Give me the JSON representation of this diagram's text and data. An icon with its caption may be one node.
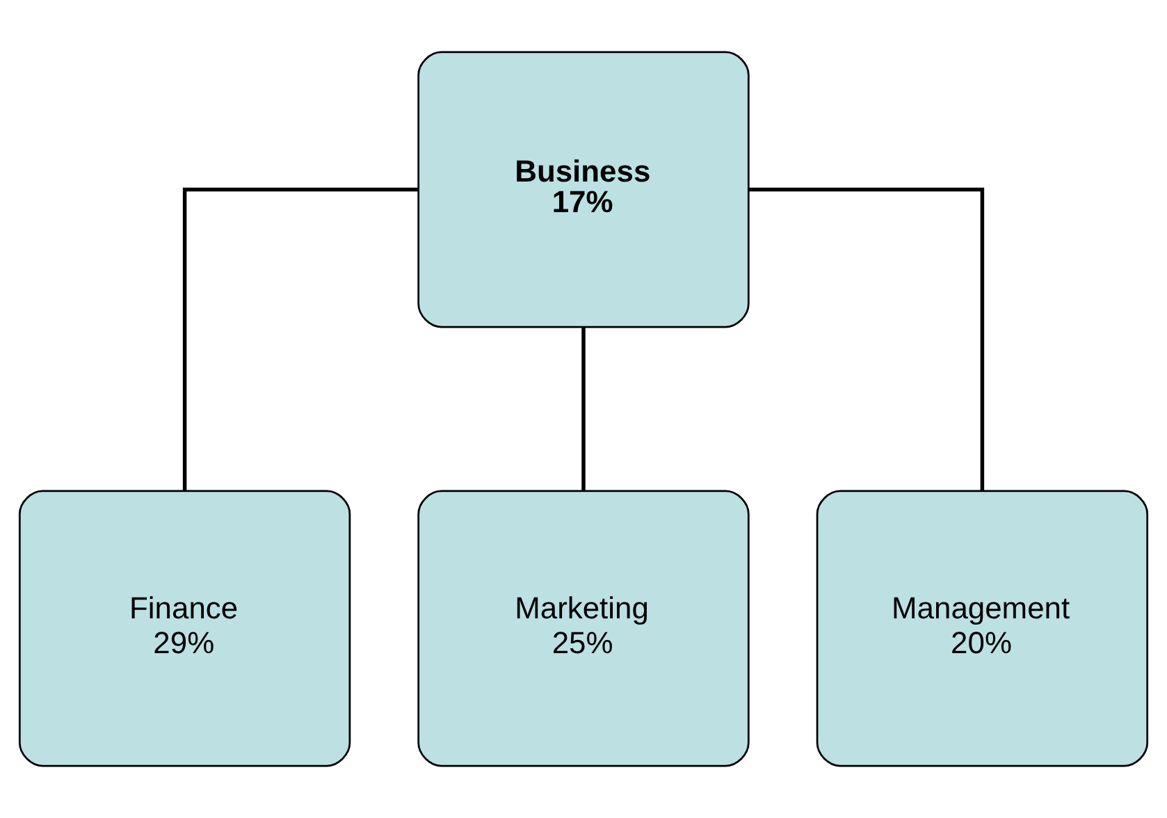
{
  "diagram": {
    "nodes": [
      {
        "text": [
          "Business",
          "17%"
        ]
      },
      {
        "text": [
          "Finance",
          "29%"
        ]
      },
      {
        "text": [
          "Marketing",
          "25%"
        ]
      },
      {
        "text": [
          "Management",
          "20%"
        ]
      }
    ],
    "edges": [
      {
        "from": 0,
        "to": 1,
        "arrow": "none"
      },
      {
        "from": 0,
        "to": 2,
        "arrow": "none"
      },
      {
        "from": 0,
        "to": 3,
        "arrow": "none"
      }
    ]
  }
}
